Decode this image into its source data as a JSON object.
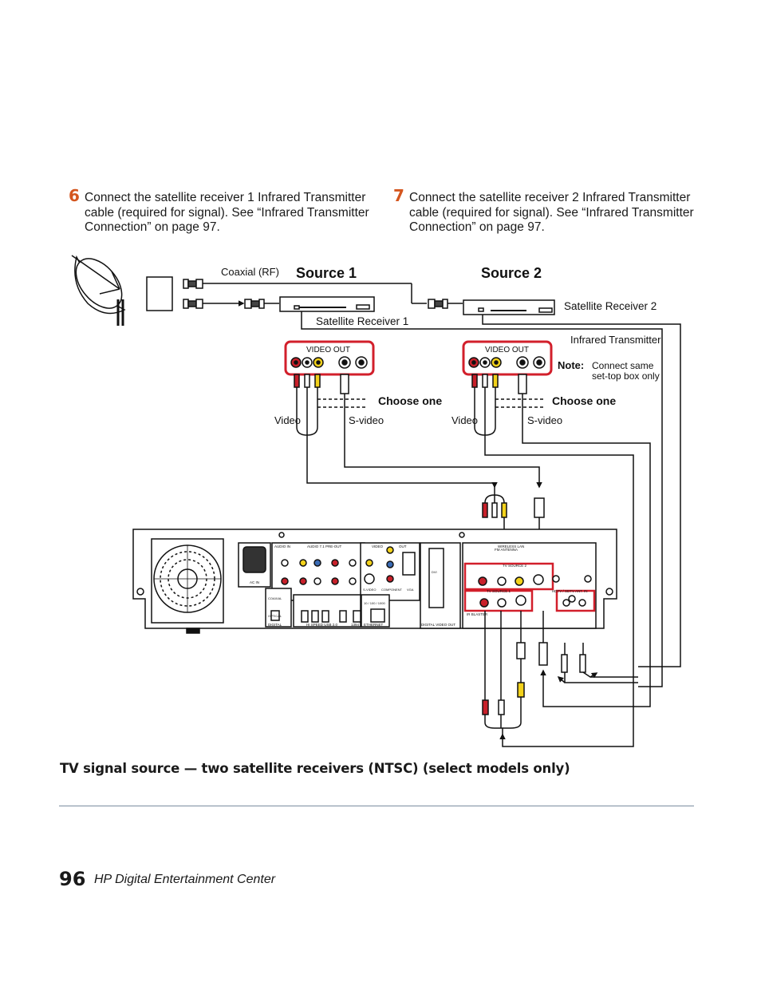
{
  "steps": [
    {
      "number": "6",
      "text": "Connect the satellite receiver 1 Infrared Transmitter cable (required for signal). See “Infrared Transmitter Connection” on page 97."
    },
    {
      "number": "7",
      "text": "Connect the satellite receiver 2 Infrared Transmitter cable (required for signal). See “Infrared Transmitter Connection” on page 97."
    }
  ],
  "diagram": {
    "coaxial_label": "Coaxial (RF)",
    "source1": "Source 1",
    "source2": "Source 2",
    "receiver1_label": "Satellite Receiver 1",
    "receiver2_label": "Satellite Receiver 2",
    "ir_label": "Infrared Transmitter",
    "note_label": "Note:",
    "note_text_line1": "Connect same",
    "note_text_line2": "set-top box only",
    "video_out_1": "VIDEO OUT",
    "video_out_2": "VIDEO OUT",
    "choose_one_1": "Choose one",
    "choose_one_2": "Choose one",
    "video_1": "Video",
    "svideo_1": "S-video",
    "video_2": "Video",
    "svideo_2": "S-video",
    "pc_labels": {
      "audio_in": "AUDIO IN",
      "audio_71": "AUDIO 7.1 PRE-OUT",
      "video": "VIDEO",
      "out": "OUT",
      "component": "COMPONENT",
      "svideo": "S-VIDEO",
      "vga": "VGA",
      "coaxial": "COAXIAL",
      "optical": "OPTICAL",
      "digital": "DIGITAL",
      "usb": "HI SPEED USB 2.0",
      "ieee": "1394",
      "ethernet": "ETHERNET",
      "ethernet_speed": "10 / 100 / 1000",
      "dvi": "DVI",
      "dvo": "DIGITAL VIDEO OUT",
      "ac_in": "AC IN",
      "wlan": "WIRELESS LAN",
      "tv_source1": "TV SOURCE 1",
      "tv_source2": "TV SOURCE 2",
      "hdtv": "HDTV / SDTV ANT. IN",
      "ir": "IR BLASTER",
      "fm": "FM ANTENNA"
    }
  },
  "caption": "TV signal source — two satellite receivers (NTSC) (select models only)",
  "footer": {
    "page_number": "96",
    "book_title": "HP Digital Entertainment Center"
  },
  "colors": {
    "step_number": "#d4561f",
    "highlight_red": "#d21f2b",
    "rca_red": "#c8202a",
    "rca_white": "#ffffff",
    "rca_yellow": "#f3d21b",
    "rule": "#7a8ca0"
  }
}
